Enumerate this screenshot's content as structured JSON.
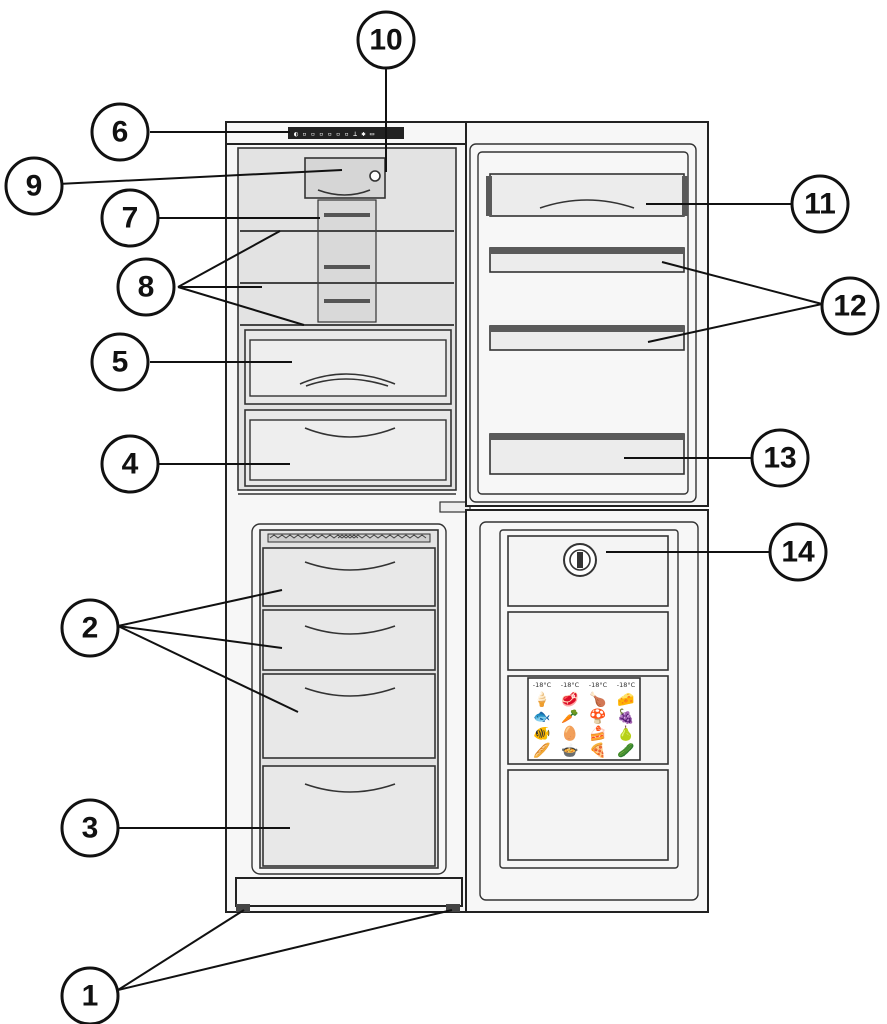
{
  "diagram": {
    "callouts": [
      "1",
      "2",
      "3",
      "4",
      "5",
      "6",
      "7",
      "8",
      "9",
      "10",
      "11",
      "12",
      "13",
      "14"
    ],
    "control_panel_display": "◐ ▫ ▫ ▫ ▫ ▫ ▫ ⟂ ✱ ▭",
    "freezer_chart": {
      "headers": [
        "-18°C",
        "-18°C",
        "-18°C",
        "-18°C"
      ],
      "icons": [
        "🍦",
        "🥩",
        "🍗",
        "🧀",
        "🐟",
        "🥕",
        "🍄",
        "🍇",
        "🐠",
        "🥚",
        "🍰",
        "🍐",
        "🥖",
        "🍲",
        "🍕",
        "🥒"
      ]
    }
  }
}
